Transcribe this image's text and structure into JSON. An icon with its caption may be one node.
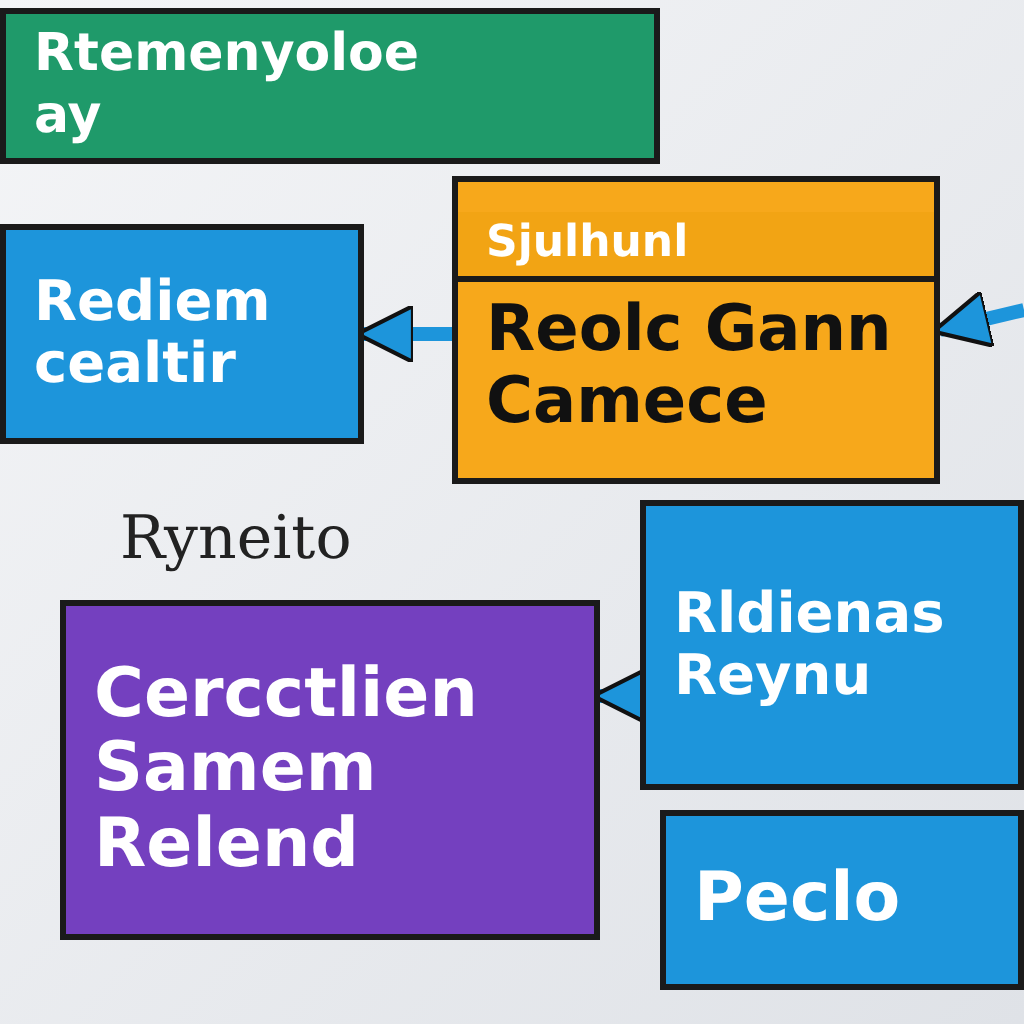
{
  "diagram": {
    "nodes": [
      {
        "text": [
          "Rtemenyoloe",
          "ay"
        ]
      },
      {
        "text": [
          "Rediem cealtir"
        ]
      },
      {
        "text": [
          "Sjulhunl",
          "Reolc Gann Camece"
        ]
      },
      {
        "text": [
          "Rldienas Reynu"
        ]
      },
      {
        "text": [
          "Cercctlien Samem Relend"
        ]
      },
      {
        "text": [
          "Peclo"
        ]
      }
    ],
    "edges": [
      {
        "from": 2,
        "to": 1,
        "arrow": "to"
      },
      {
        "from": null,
        "to": 2,
        "arrow": "to"
      },
      {
        "from": 3,
        "to": 4,
        "arrow": "to"
      }
    ],
    "labels": [
      "Ryneito"
    ]
  }
}
